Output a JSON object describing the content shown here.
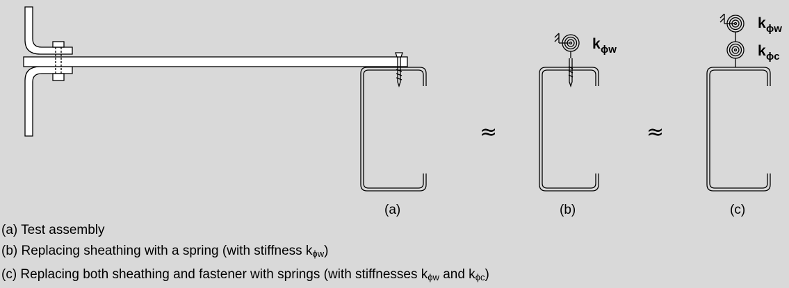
{
  "labels": {
    "a": "(a)",
    "b": "(b)",
    "c": "(c)"
  },
  "approx_symbol": "≈",
  "springs": {
    "k": "k",
    "phi_w": "ϕw",
    "phi_c": "ϕc"
  },
  "captions": {
    "a": "(a) Test assembly",
    "b_pre": "(b) Replacing sheathing with a spring (with stiffness k",
    "b_sub": "ϕw",
    "b_post": ")",
    "c_pre": "(c) Replacing both sheathing and fastener with springs (with stiffnesses k",
    "c_sub1": "ϕw",
    "c_mid": " and k",
    "c_sub2": "ϕc",
    "c_post": ")"
  }
}
